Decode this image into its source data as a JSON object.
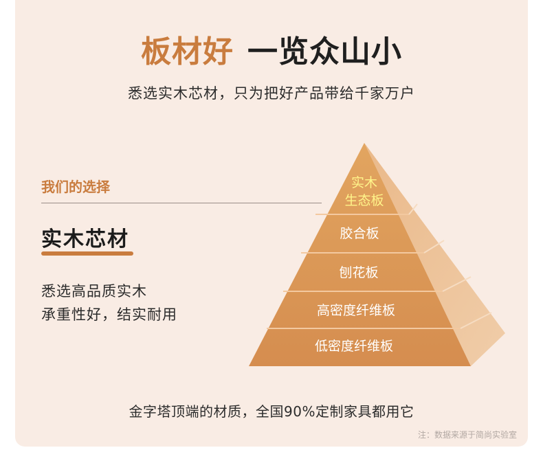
{
  "headline": {
    "accent": "板材好",
    "rest": "一览众山小"
  },
  "subhead": "悉选实木芯材，只为把好产品带给千家万户",
  "choice": {
    "label": "我们的选择",
    "material": "实木芯材",
    "desc_line1": "悉选高品质实木",
    "desc_line2": "承重性好，结实耐用"
  },
  "pyramid": {
    "levels": [
      {
        "lines": [
          "实木",
          "生态板"
        ]
      },
      {
        "lines": [
          "胶合板"
        ]
      },
      {
        "lines": [
          "刨花板"
        ]
      },
      {
        "lines": [
          "高密度纤维板"
        ]
      },
      {
        "lines": [
          "低密度纤维板"
        ]
      }
    ]
  },
  "footer": "金字塔顶端的材质，全国90%定制家具都用它",
  "note": "注：数据来源于简尚实验室",
  "colors": {
    "accent": "#c97c3e",
    "background": "#f9ece4"
  }
}
